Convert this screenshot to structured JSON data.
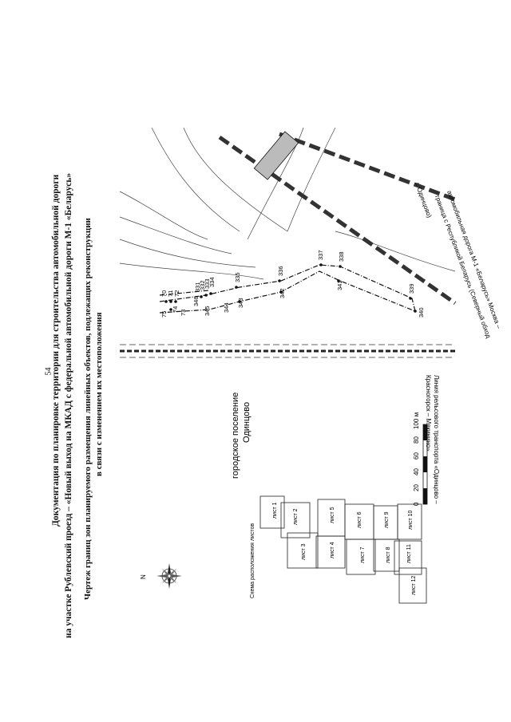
{
  "page_number": "54",
  "header": {
    "line1": "Документация по планировке территории для строительства автомобильной дороги",
    "line2": "на участке Рублевский проезд – «Новый выход на МКАД с федеральной автомобильной дороги М-1 «Беларусь»",
    "line3": "Чертеж границ зон планируемого размещения линейных объектов, подлежащих реконструкции",
    "line4": "в связи с изменением их местоположения"
  },
  "north_arrow": {
    "icon": "compass-rose-icon",
    "n_label": "N"
  },
  "sheet_layout": {
    "title": "Схема расположения листов",
    "sheets": [
      "лист 1",
      "лист 2",
      "лист 3",
      "лист 4",
      "лист 5",
      "лист 6",
      "лист 7",
      "лист 8",
      "лист 9",
      "лист 10",
      "лист 11",
      "лист 12"
    ]
  },
  "scale_bar": {
    "labels": [
      "0",
      "20",
      "40",
      "60",
      "80",
      "100 м"
    ]
  },
  "settlement": {
    "line1": "городское поселение",
    "line2": "Одинцово"
  },
  "rail_label": {
    "line1": "Линия рельсового транспорта «Одинцово –",
    "line2": "Красногорск – Мякинино»"
  },
  "road_label": {
    "line1": "автомобильная дорога М-1 «Беларусь» Москва –",
    "line2": "граница с Республикой Беларусь (Северный обход",
    "line3": "г. Одинцово)"
  },
  "points": [
    "70",
    "71",
    "72",
    "73",
    "74",
    "75",
    "331",
    "332",
    "333",
    "334",
    "335",
    "336",
    "337",
    "338",
    "339",
    "340",
    "341",
    "342",
    "343",
    "344",
    "345",
    "346"
  ]
}
